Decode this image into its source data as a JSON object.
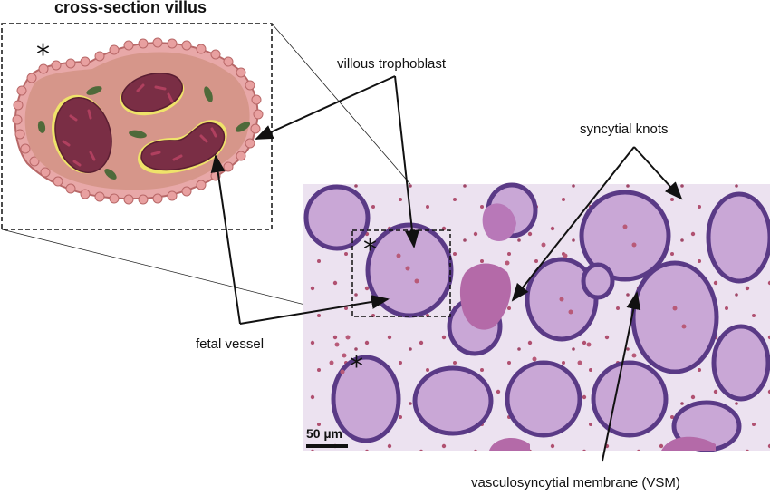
{
  "title": "cross-section villus",
  "labels": {
    "villous_trophoblast": "villous trophoblast",
    "syncytial_knots": "syncytial knots",
    "fetal_vessel": "fetal vessel",
    "vsm": "vasculosyncytial membrane (VSM)"
  },
  "markers": {
    "asterisk": "*"
  },
  "scale_bar": "50 µm",
  "colors": {
    "stroma": "#d9958a",
    "trophoblast": "#e6a0a0",
    "vessel": "#7a2e45",
    "rbc_rim": "#efe36a",
    "cells": "#4f6a3a",
    "tissue_bg": "#d8c4e2",
    "tissue_dark": "#5a3a86"
  }
}
